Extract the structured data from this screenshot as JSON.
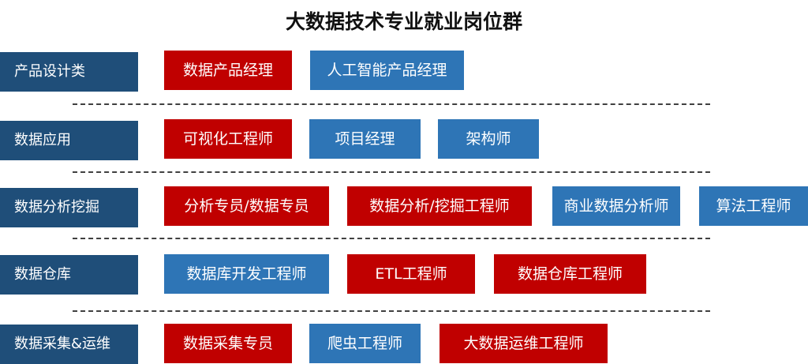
{
  "title": "大数据技术专业就业岗位群",
  "colors": {
    "category": "#1f4e79",
    "red": "#c00000",
    "blue": "#2e75b6"
  },
  "rows": [
    {
      "category": "产品设计类",
      "jobs": [
        {
          "label": "数据产品经理",
          "color": "red"
        },
        {
          "label": "人工智能产品经理",
          "color": "blue"
        }
      ]
    },
    {
      "category": "数据应用",
      "jobs": [
        {
          "label": "可视化工程师",
          "color": "red"
        },
        {
          "label": "项目经理",
          "color": "blue"
        },
        {
          "label": "架构师",
          "color": "blue"
        }
      ]
    },
    {
      "category": "数据分析挖掘",
      "jobs": [
        {
          "label": "分析专员/数据专员",
          "color": "red"
        },
        {
          "label": "数据分析/挖掘工程师",
          "color": "red"
        },
        {
          "label": "商业数据分析师",
          "color": "blue"
        },
        {
          "label": "算法工程师",
          "color": "blue"
        }
      ]
    },
    {
      "category": "数据仓库",
      "jobs": [
        {
          "label": "数据库开发工程师",
          "color": "blue"
        },
        {
          "label": "ETL工程师",
          "color": "red"
        },
        {
          "label": "数据仓库工程师",
          "color": "red"
        }
      ]
    },
    {
      "category": "数据采集&运维",
      "jobs": [
        {
          "label": "数据采集专员",
          "color": "red"
        },
        {
          "label": "爬虫工程师",
          "color": "blue"
        },
        {
          "label": "大数据运维工程师",
          "color": "red"
        }
      ]
    }
  ]
}
